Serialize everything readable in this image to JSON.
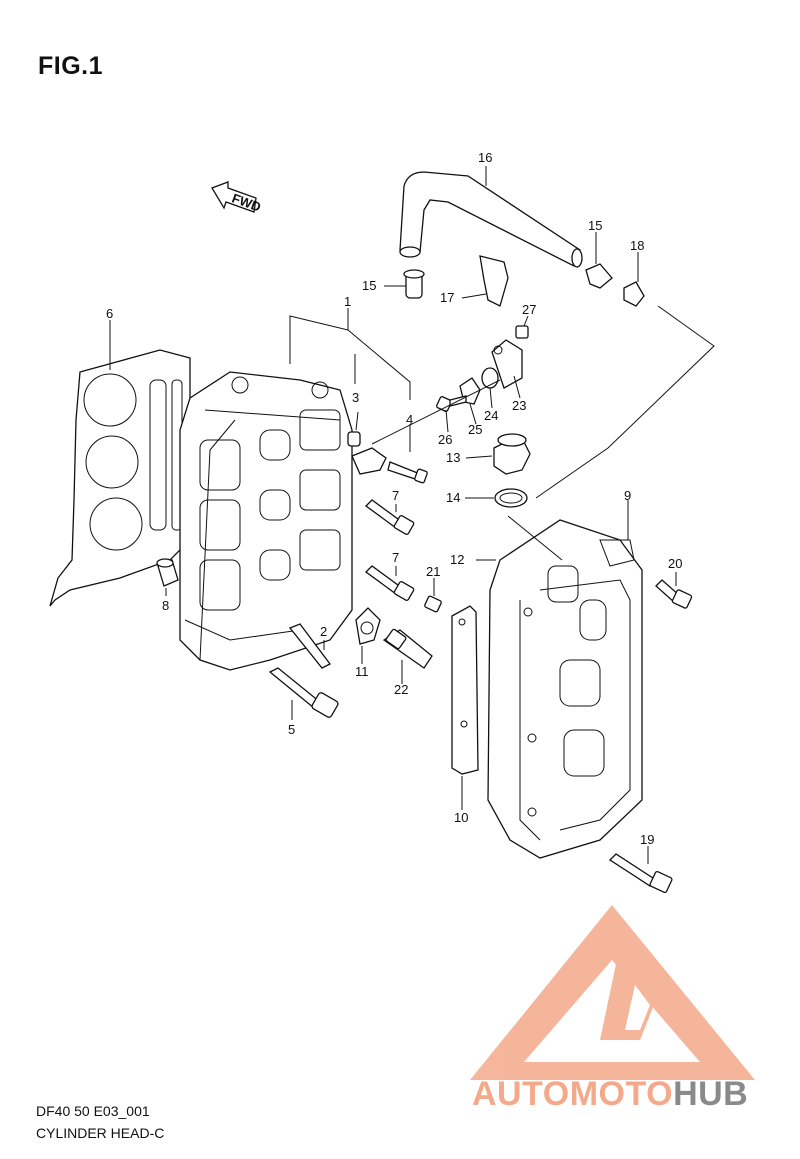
{
  "title": "FIG.1",
  "fwd_label": "FWD",
  "footer": {
    "code": "DF40 50 E03_001",
    "name": "CYLINDER HEAD-C"
  },
  "watermark": {
    "part1": "AUTOMOTO",
    "part2": "HUB",
    "color1": "#f4a98a",
    "color2": "#8a8a8a"
  },
  "callouts": [
    "1",
    "2",
    "3",
    "4",
    "5",
    "6",
    "7",
    "7",
    "8",
    "9",
    "10",
    "11",
    "12",
    "13",
    "14",
    "15",
    "15",
    "16",
    "17",
    "18",
    "19",
    "20",
    "21",
    "22",
    "23",
    "24",
    "25",
    "26",
    "27"
  ]
}
